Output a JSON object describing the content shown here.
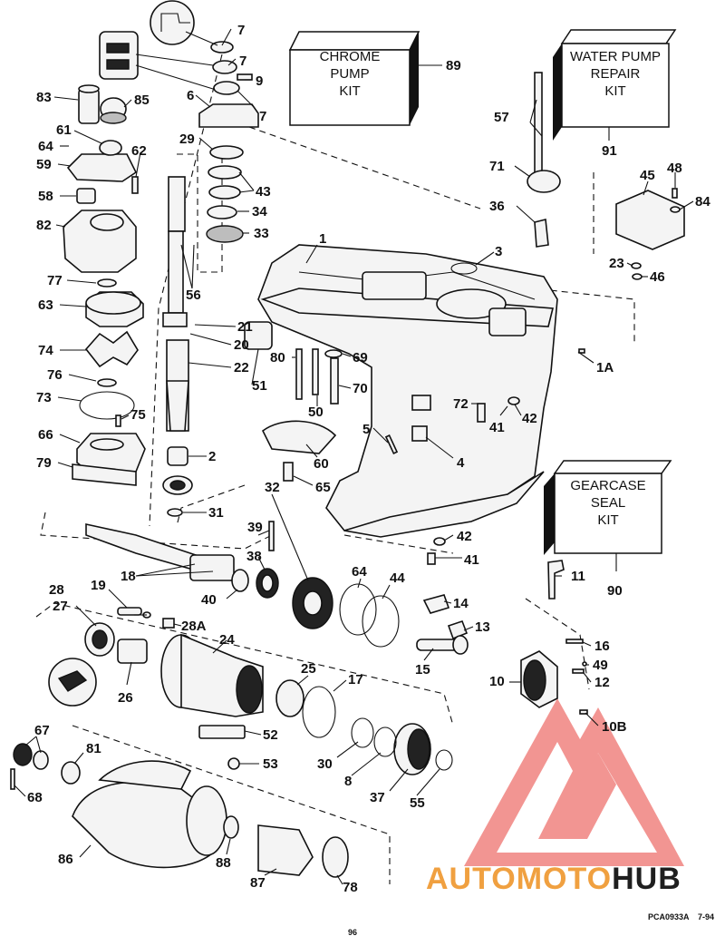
{
  "kits": [
    {
      "id": "chrome",
      "lines": [
        "CHROME",
        "PUMP",
        "KIT"
      ],
      "number": "89"
    },
    {
      "id": "waterpump",
      "lines": [
        "WATER PUMP",
        "REPAIR",
        "KIT"
      ],
      "number": "91"
    },
    {
      "id": "gearcase",
      "lines": [
        "GEARCASE",
        "SEAL",
        "KIT"
      ],
      "number": "90"
    }
  ],
  "callouts": [
    "7",
    "7",
    "9",
    "7",
    "83",
    "85",
    "6",
    "61",
    "64",
    "62",
    "59",
    "29",
    "43",
    "34",
    "33",
    "58",
    "82",
    "77",
    "63",
    "56",
    "21",
    "20",
    "74",
    "22",
    "76",
    "73",
    "75",
    "66",
    "79",
    "2",
    "31",
    "1",
    "3",
    "80",
    "69",
    "70",
    "51",
    "72",
    "41",
    "42",
    "5",
    "4",
    "60",
    "65",
    "50",
    "32",
    "1A",
    "57",
    "71",
    "36",
    "45",
    "48",
    "84",
    "23",
    "46",
    "39",
    "38",
    "18",
    "40",
    "64",
    "44",
    "14",
    "13",
    "19",
    "28",
    "28A",
    "27",
    "24",
    "26",
    "25",
    "17",
    "15",
    "10",
    "16",
    "49",
    "12",
    "42",
    "41",
    "11",
    "52",
    "53",
    "30",
    "8",
    "37",
    "55",
    "67",
    "81",
    "68",
    "86",
    "88",
    "87",
    "78",
    "10B"
  ],
  "footer": {
    "code": "PCA0933A",
    "date": "7-94",
    "page": "96"
  },
  "watermark": {
    "part1": "AUTO",
    "part2": "MOTO",
    "part3": "HUB"
  },
  "colors": {
    "ink": "#111111",
    "accent": "#e8403a",
    "watermark_orange": "#f0a040",
    "watermark_dark": "#1f1f1f"
  }
}
